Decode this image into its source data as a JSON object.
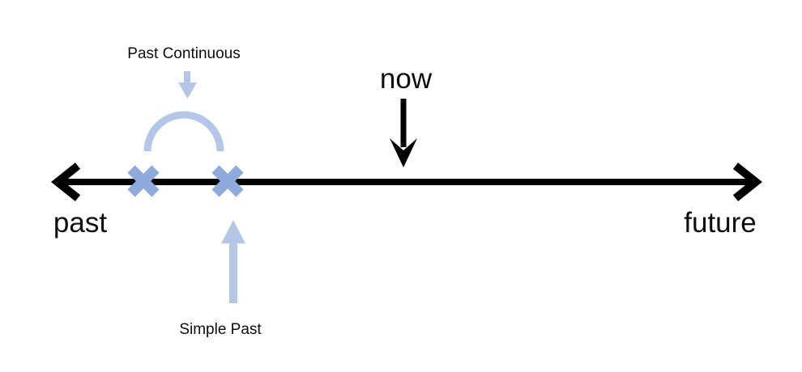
{
  "colors": {
    "background": "#FFFFFF",
    "ink": "#000000",
    "text": "#0D0D0D",
    "x_mark_blue": "#8FAADC",
    "light_blue": "#B4C7E7"
  },
  "timeline": {
    "past_label": "past",
    "now_label": "now",
    "future_label": "future"
  },
  "annotations": {
    "past_continuous_label": "Past Continuous",
    "simple_past_label": "Simple Past"
  }
}
